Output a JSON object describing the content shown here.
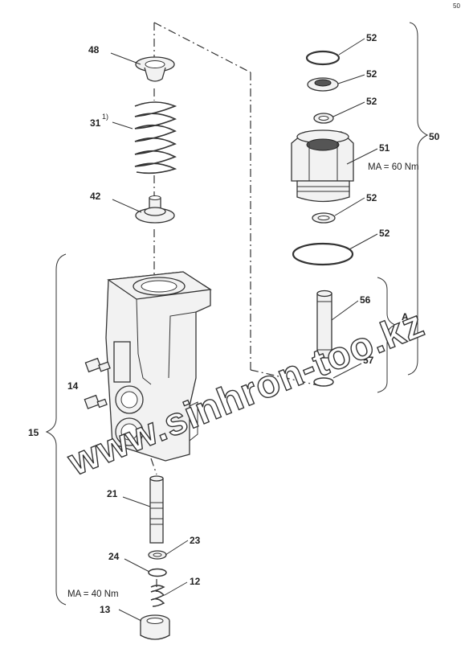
{
  "labels": {
    "p48": "48",
    "p31": "31",
    "p31_note": "1)",
    "p42": "42",
    "p15": "15",
    "p14": "14",
    "p21": "21",
    "p23": "23",
    "p24": "24",
    "p12": "12",
    "p13": "13",
    "p50": "50",
    "p51": "51",
    "p52a": "52",
    "p52b": "52",
    "p52c": "52",
    "p52d": "52",
    "p52e": "52",
    "p56": "56",
    "p57": "57",
    "pA": "A"
  },
  "torque": {
    "upper": "MA = 60 Nm",
    "lower": "MA = 40 Nm"
  },
  "watermark": "www.sinhron-too.kz",
  "corner_mark": "50",
  "colors": {
    "line": "#333333",
    "fill": "#f2f2f2",
    "background": "#ffffff"
  }
}
